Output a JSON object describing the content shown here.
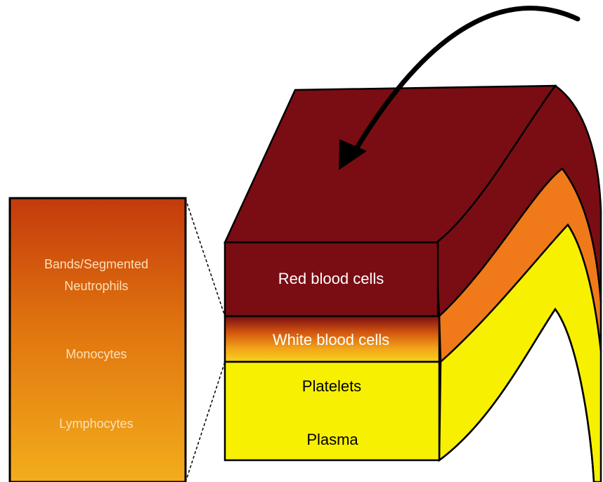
{
  "layers": {
    "red_blood_cells": "Red blood cells",
    "white_blood_cells": "White blood cells",
    "platelets": "Platelets",
    "plasma": "Plasma"
  },
  "white_cell_detail": {
    "bands": [
      "Bands/Segmented",
      "Neutrophils"
    ],
    "monocytes": "Monocytes",
    "lymphocytes": "Lymphocytes"
  },
  "colors": {
    "rbc": "#7a0d13",
    "wbc_orange": "#f07a1a",
    "yellow": "#f7f000",
    "detail_top": "#c43a0c",
    "detail_bottom": "#f1a71a",
    "outline": "#000000"
  }
}
